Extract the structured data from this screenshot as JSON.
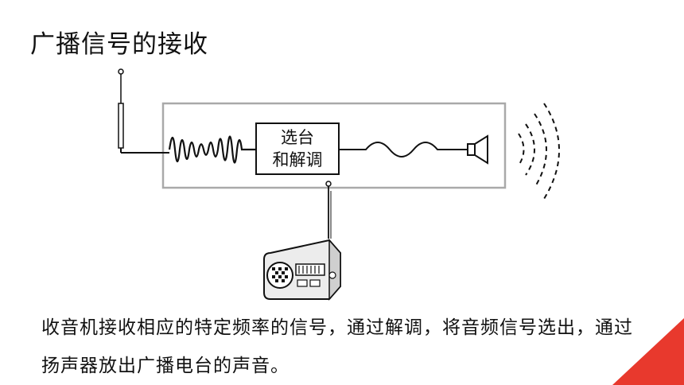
{
  "title": "广播信号的接收",
  "diagram": {
    "block_line1": "选台",
    "block_line2": "和解调"
  },
  "caption": "收音机接收相应的特定频率的信号，通过解调，将音频信号选出，通过扬声器放出广播电台的声音。",
  "colors": {
    "accent": "#e8392d",
    "frame": "#a9a9a9",
    "ink": "#111111"
  }
}
